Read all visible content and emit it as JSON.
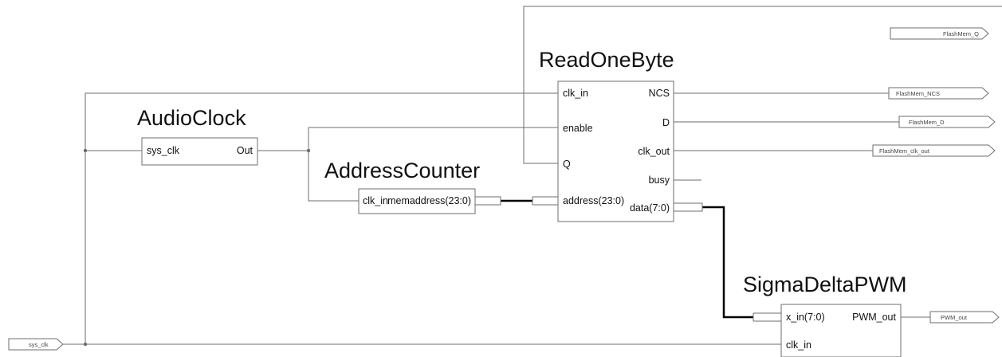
{
  "blocks": {
    "read_one_byte": {
      "title": "ReadOneByte",
      "pins": {
        "clk_in": "clk_in",
        "enable": "enable",
        "q": "Q",
        "address": "address(23:0)",
        "ncs": "NCS",
        "d": "D",
        "clk_out": "clk_out",
        "busy": "busy",
        "data": "data(7:0)"
      }
    },
    "audio_clock": {
      "title": "AudioClock",
      "pins": {
        "sys_clk": "sys_clk",
        "out": "Out"
      }
    },
    "address_counter": {
      "title": "AddressCounter",
      "pins": {
        "clk_in": "clk_in",
        "memaddress": "memaddress(23:0)"
      }
    },
    "sigma_delta_pwm": {
      "title": "SigmaDeltaPWM",
      "pins": {
        "x_in": "x_in(7:0)",
        "clk_in": "clk_in",
        "pwm_out": "PWM_out"
      }
    }
  },
  "ports": {
    "flashmem_q": "FlashMem_Q",
    "flashmem_ncs": "FlashMem_NCS",
    "flashmem_d": "FlashMem_D",
    "flashmem_clk_out": "FlashMem_clk_out",
    "pwm_out": "PWM_out",
    "sys_clk": "sys_clk"
  }
}
